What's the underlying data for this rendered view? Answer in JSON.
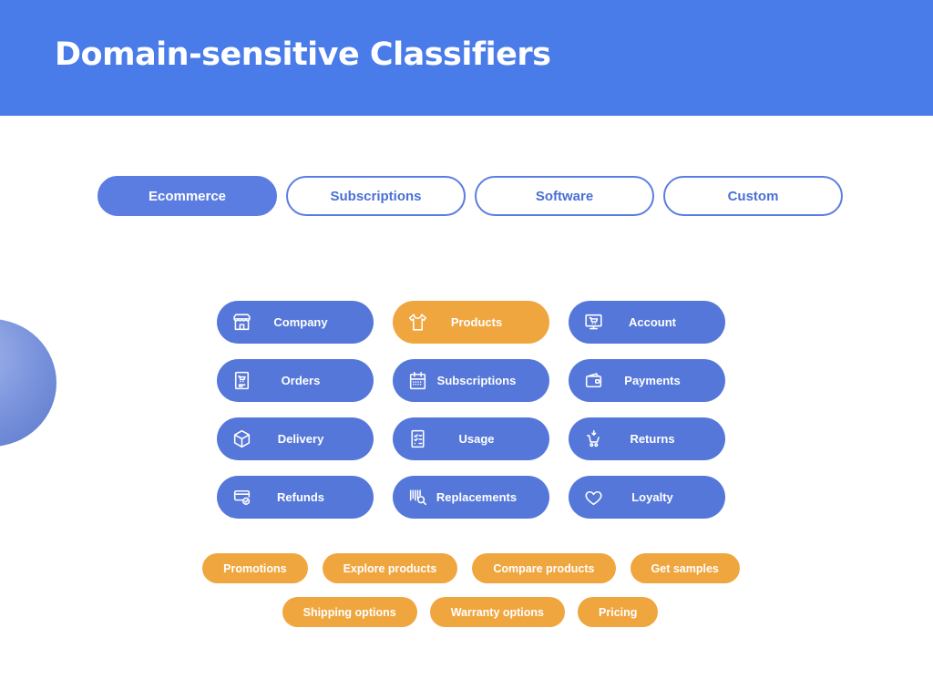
{
  "header": {
    "title": "Domain-sensitive Classifiers"
  },
  "tabs": [
    {
      "label": "Ecommerce",
      "active": true
    },
    {
      "label": "Subscriptions",
      "active": false
    },
    {
      "label": "Software",
      "active": false
    },
    {
      "label": "Custom",
      "active": false
    }
  ],
  "categories": [
    {
      "label": "Company",
      "icon": "storefront-icon",
      "color": "blue"
    },
    {
      "label": "Products",
      "icon": "tshirt-icon",
      "color": "orange"
    },
    {
      "label": "Account",
      "icon": "monitor-cart-icon",
      "color": "blue"
    },
    {
      "label": "Orders",
      "icon": "receipt-cart-icon",
      "color": "blue"
    },
    {
      "label": "Subscriptions",
      "icon": "calendar-icon",
      "color": "blue"
    },
    {
      "label": "Payments",
      "icon": "wallet-icon",
      "color": "blue"
    },
    {
      "label": "Delivery",
      "icon": "package-icon",
      "color": "blue"
    },
    {
      "label": "Usage",
      "icon": "checklist-icon",
      "color": "blue"
    },
    {
      "label": "Returns",
      "icon": "cart-return-icon",
      "color": "blue"
    },
    {
      "label": "Refunds",
      "icon": "card-check-icon",
      "color": "blue"
    },
    {
      "label": "Replacements",
      "icon": "barcode-search-icon",
      "color": "blue"
    },
    {
      "label": "Loyalty",
      "icon": "heart-icon",
      "color": "blue"
    }
  ],
  "intents_row1": [
    {
      "label": "Promotions"
    },
    {
      "label": "Explore products"
    },
    {
      "label": "Compare products"
    },
    {
      "label": "Get samples"
    }
  ],
  "intents_row2": [
    {
      "label": "Shipping options"
    },
    {
      "label": "Warranty options"
    },
    {
      "label": "Pricing"
    }
  ],
  "colors": {
    "header_blue": "#4a7ce9",
    "tab_blue": "#5b7de2",
    "pill_blue": "#5577d9",
    "accent_orange": "#f0a63f",
    "background": "#ffffff"
  }
}
